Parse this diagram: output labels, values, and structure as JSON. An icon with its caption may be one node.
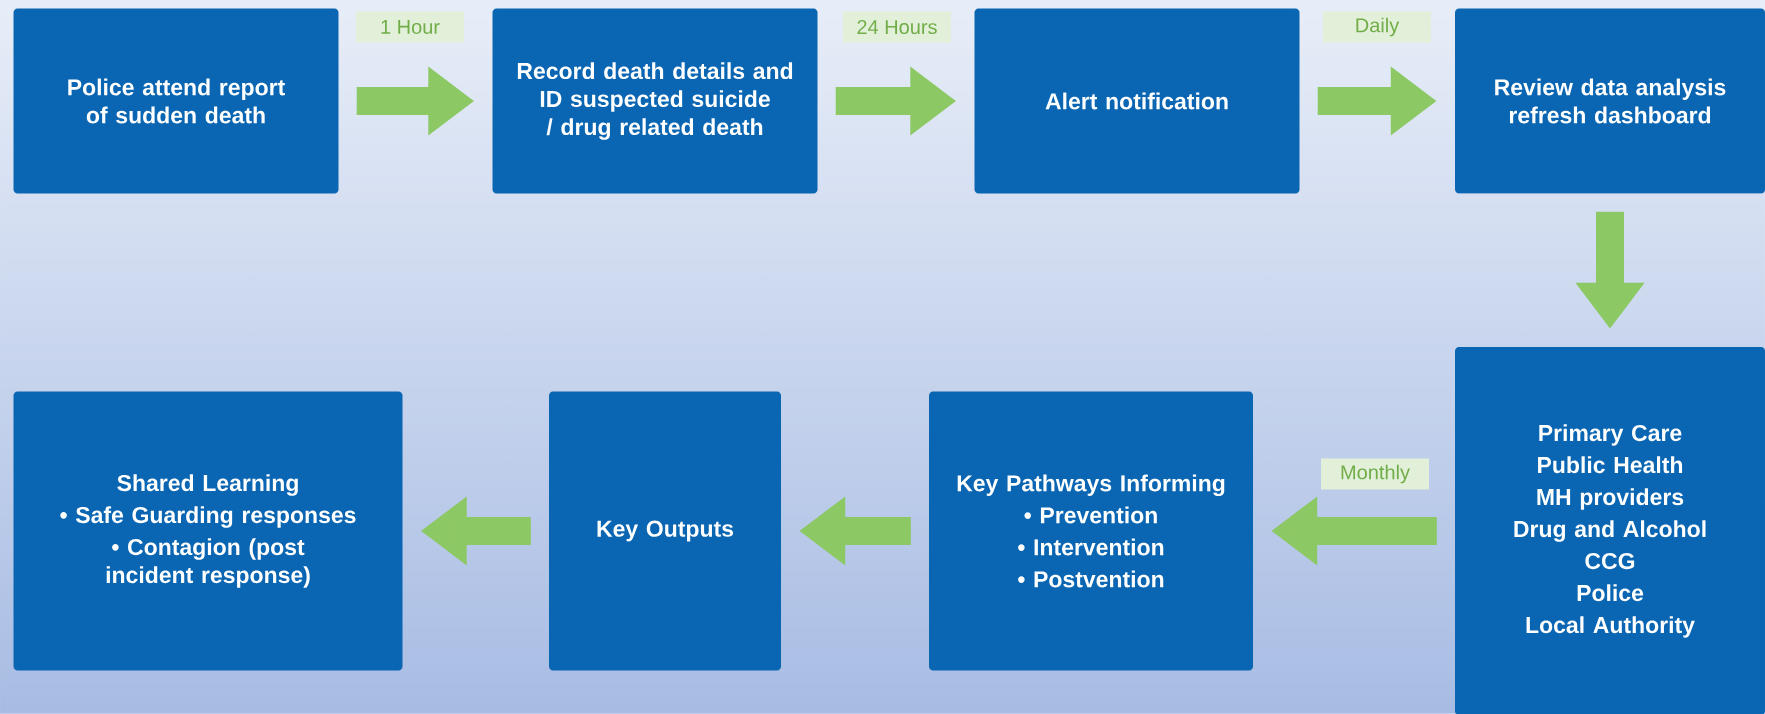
{
  "diagram": {
    "nodes": [
      {
        "text": [
          "Police attend report of sudden death"
        ]
      },
      {
        "text": [
          "Record death details and ID suspected suicide / drug related death"
        ]
      },
      {
        "text": [
          "Alert notification"
        ]
      },
      {
        "text": [
          "Review data analysis refresh dashboard"
        ]
      },
      {
        "text": [
          "Primary Care",
          "Public Health",
          "MH providers",
          "Drug and Alcohol",
          "CCG",
          "Police",
          "Local Authority"
        ]
      },
      {
        "text": [
          "Key Pathways Informing",
          "• Prevention",
          "• Intervention",
          "• Postvention"
        ]
      },
      {
        "text": [
          "Key Outputs"
        ]
      },
      {
        "text": [
          "Shared Learning",
          "• Safe Guarding responses",
          "• Contagion (post incident response)"
        ]
      }
    ],
    "edges": [
      {
        "from": 0,
        "to": 1,
        "arrow": "to",
        "label": "1 Hour"
      },
      {
        "from": 1,
        "to": 2,
        "arrow": "to",
        "label": "24 Hours"
      },
      {
        "from": 2,
        "to": 3,
        "arrow": "to",
        "label": "Daily"
      },
      {
        "from": 3,
        "to": 4,
        "arrow": "to"
      },
      {
        "from": 4,
        "to": 5,
        "arrow": "to",
        "label": "Monthly"
      },
      {
        "from": 5,
        "to": 6,
        "arrow": "to"
      },
      {
        "from": 6,
        "to": 7,
        "arrow": "to"
      }
    ]
  }
}
